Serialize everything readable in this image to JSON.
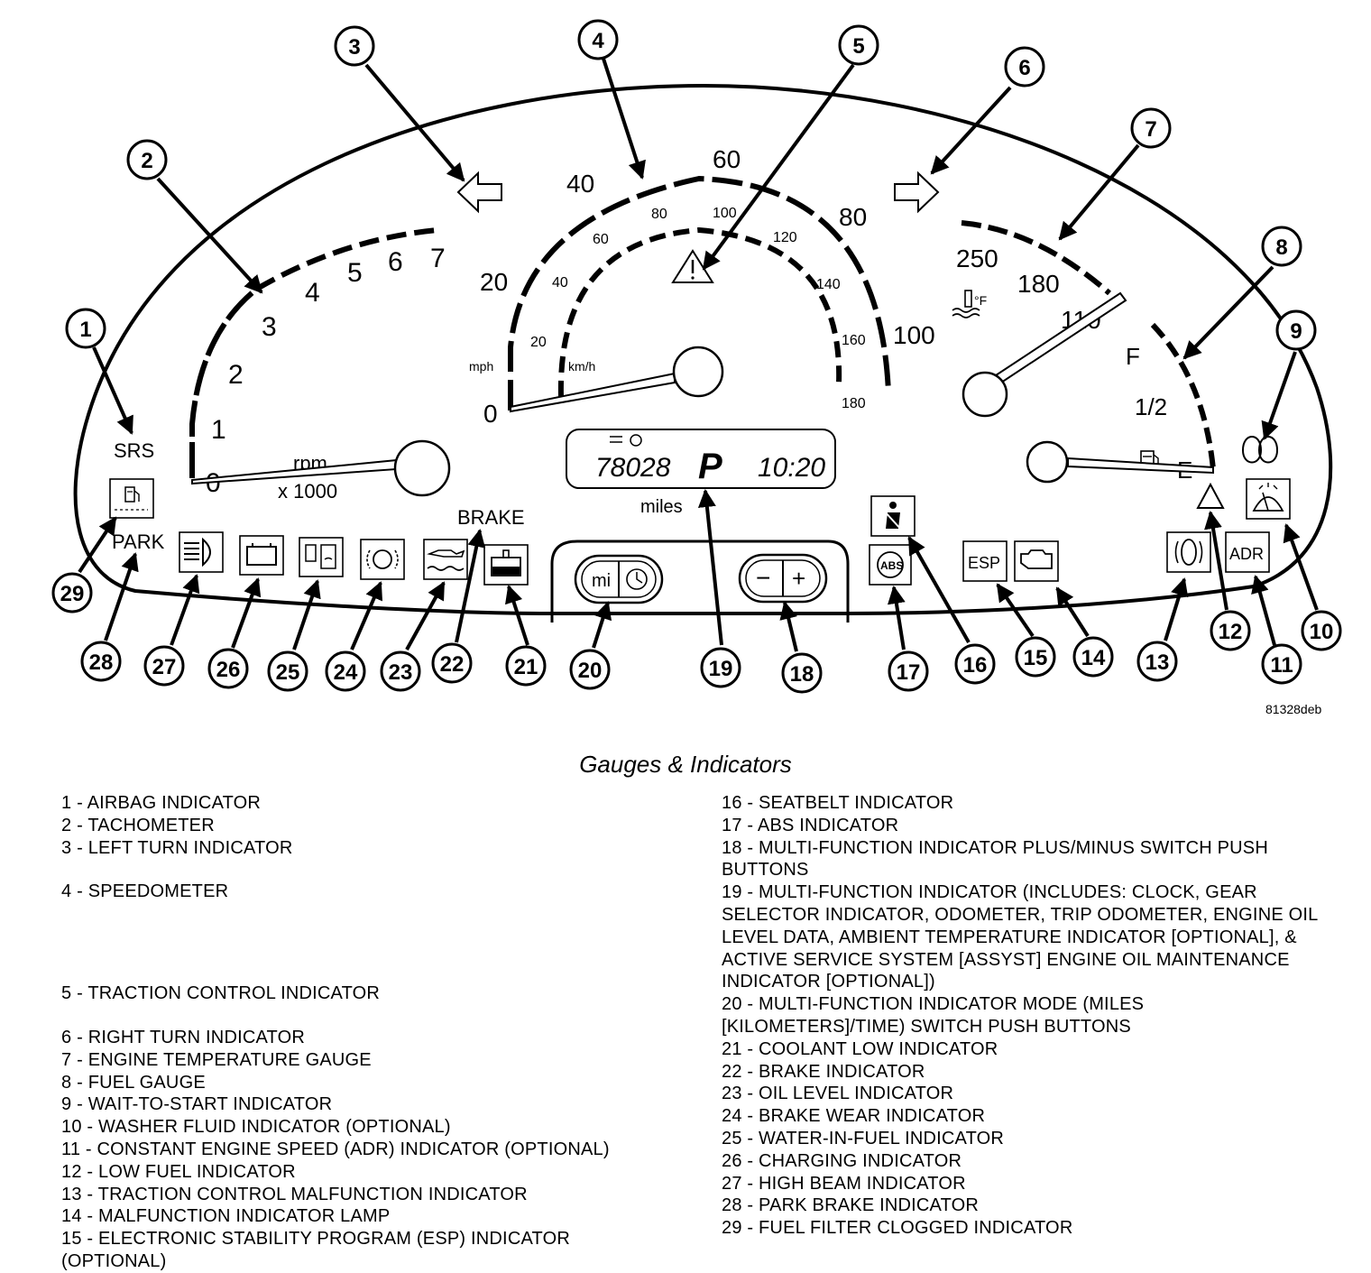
{
  "figure_code": "81328deb",
  "caption": "Gauges & Indicators",
  "tachometer": {
    "ticks": [
      "0",
      "1",
      "2",
      "3",
      "4",
      "5",
      "6",
      "7"
    ],
    "label1": "rpm",
    "label2": "x 1000"
  },
  "speedometer": {
    "mph_ticks": [
      "0",
      "20",
      "40",
      "60",
      "80",
      "100"
    ],
    "kmh_ticks": [
      "20",
      "40",
      "60",
      "80",
      "100",
      "120",
      "140",
      "160",
      "180"
    ],
    "mph_label": "mph",
    "kmh_label": "km/h"
  },
  "temperature_gauge": {
    "ticks": [
      "250",
      "180",
      "110"
    ],
    "unit": "°F"
  },
  "fuel_gauge": {
    "full": "F",
    "half": "1/2",
    "empty": "E"
  },
  "display": {
    "odometer": "78028",
    "gear": "P",
    "clock": "10:20",
    "unit": "miles"
  },
  "indicator_labels": {
    "srs": "SRS",
    "park": "PARK",
    "brake": "BRAKE",
    "esp": "ESP",
    "adr": "ADR",
    "abs": "ABS",
    "mi": "mi",
    "minus": "−",
    "plus": "+"
  },
  "callouts": [
    "1",
    "2",
    "3",
    "4",
    "5",
    "6",
    "7",
    "8",
    "9",
    "10",
    "11",
    "12",
    "13",
    "14",
    "15",
    "16",
    "17",
    "18",
    "19",
    "20",
    "21",
    "22",
    "23",
    "24",
    "25",
    "26",
    "27",
    "28",
    "29"
  ],
  "legend_left": [
    "1 - AIRBAG INDICATOR",
    "2 - TACHOMETER",
    "3 - LEFT TURN INDICATOR",
    "4 - SPEEDOMETER",
    "5 - TRACTION CONTROL INDICATOR",
    "6 - RIGHT TURN INDICATOR",
    "7 - ENGINE TEMPERATURE GAUGE",
    "8 - FUEL GAUGE",
    "9 - WAIT-TO-START INDICATOR",
    "10 - WASHER FLUID INDICATOR (OPTIONAL)",
    "11 - CONSTANT ENGINE SPEED (ADR) INDICATOR (OPTIONAL)",
    "12 - LOW FUEL INDICATOR",
    "13 - TRACTION CONTROL MALFUNCTION INDICATOR",
    "14 - MALFUNCTION INDICATOR LAMP",
    "15 - ELECTRONIC STABILITY PROGRAM (ESP) INDICATOR (OPTIONAL)"
  ],
  "legend_right": [
    "16 - SEATBELT INDICATOR",
    "17 - ABS INDICATOR",
    "18 - MULTI-FUNCTION INDICATOR PLUS/MINUS SWITCH PUSH BUTTONS",
    "19 - MULTI-FUNCTION INDICATOR (INCLUDES: CLOCK, GEAR SELECTOR INDICATOR, ODOMETER, TRIP ODOMETER, ENGINE OIL LEVEL DATA, AMBIENT TEMPERATURE INDICATOR [OPTIONAL], & ACTIVE SERVICE SYSTEM [ASSYST] ENGINE OIL MAINTENANCE INDICATOR [OPTIONAL])",
    "20 - MULTI-FUNCTION INDICATOR MODE (MILES [KILOMETERS]/TIME) SWITCH PUSH BUTTONS",
    "21 - COOLANT LOW INDICATOR",
    "22 - BRAKE INDICATOR",
    "23 - OIL LEVEL INDICATOR",
    "24 - BRAKE WEAR INDICATOR",
    "25 - WATER-IN-FUEL INDICATOR",
    "26 - CHARGING INDICATOR",
    "27 - HIGH BEAM INDICATOR",
    "28 - PARK BRAKE INDICATOR",
    "29 - FUEL FILTER CLOGGED INDICATOR"
  ]
}
